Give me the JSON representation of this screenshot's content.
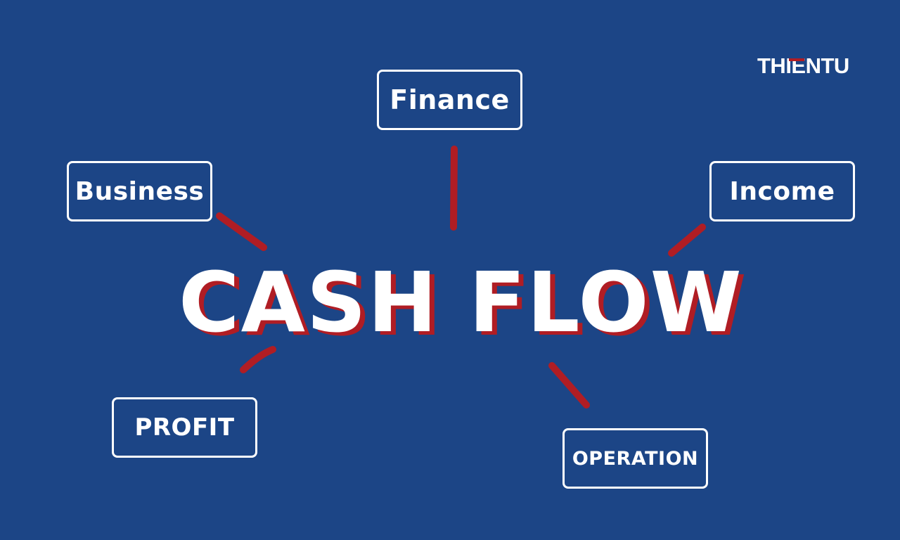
{
  "brand": {
    "logo_text": "THIENTU",
    "accent_color": "#b01d24"
  },
  "center": {
    "title": "CASH FLOW"
  },
  "nodes": [
    {
      "id": "finance",
      "label": "Finance"
    },
    {
      "id": "business",
      "label": "Business"
    },
    {
      "id": "income",
      "label": "Income"
    },
    {
      "id": "profit",
      "label": "PROFIT"
    },
    {
      "id": "operation",
      "label": "OPERATION"
    }
  ],
  "colors": {
    "background": "#1c4586",
    "text": "#ffffff",
    "connector": "#b01d24",
    "title_shadow": "#b01d24"
  }
}
